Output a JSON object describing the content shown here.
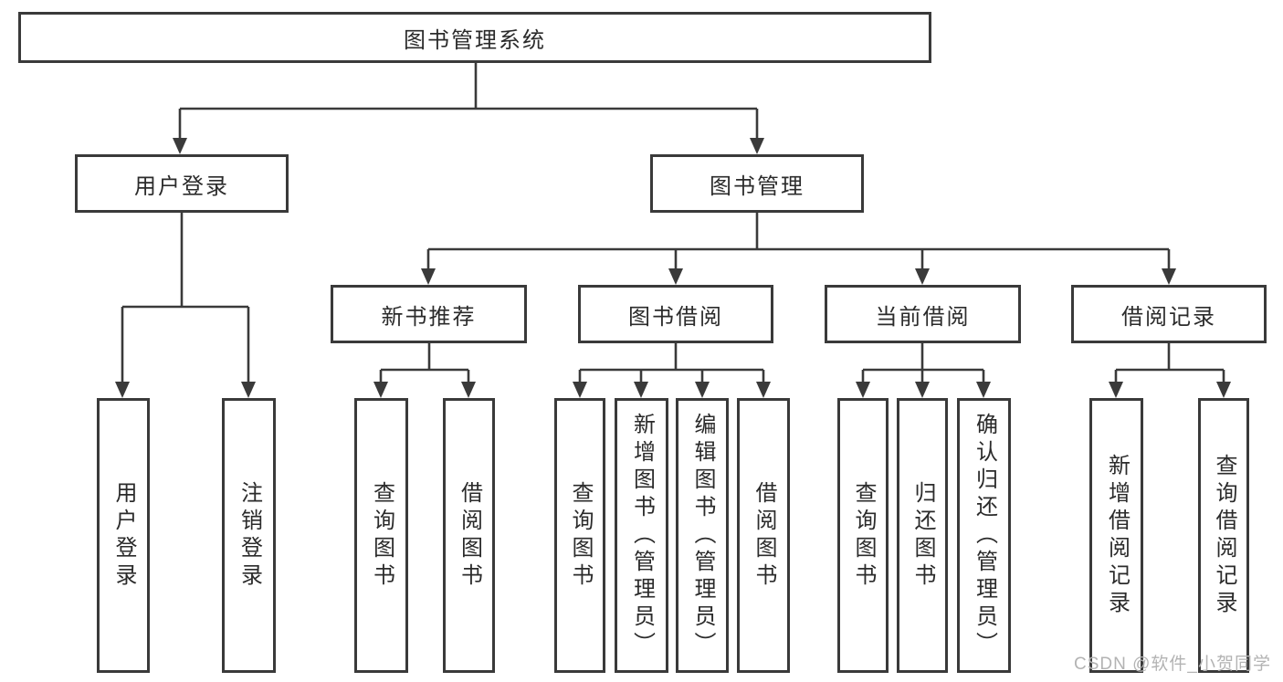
{
  "colors": {
    "line": "#3a3a3a",
    "text": "#2b2b2b",
    "watermark": "#b3b3b3",
    "background": "#ffffff"
  },
  "watermark": "CSDN @软件_小贺同学",
  "tree": {
    "label": "图书管理系统",
    "children": [
      {
        "label": "用户登录",
        "children": [
          {
            "label": "用户登录"
          },
          {
            "label": "注销登录"
          }
        ]
      },
      {
        "label": "图书管理",
        "children": [
          {
            "label": "新书推荐",
            "children": [
              {
                "label": "查询图书"
              },
              {
                "label": "借阅图书"
              }
            ]
          },
          {
            "label": "图书借阅",
            "children": [
              {
                "label": "查询图书"
              },
              {
                "label": "新增图书（管理员）"
              },
              {
                "label": "编辑图书（管理员）"
              },
              {
                "label": "借阅图书"
              }
            ]
          },
          {
            "label": "当前借阅",
            "children": [
              {
                "label": "查询图书"
              },
              {
                "label": "归还图书"
              },
              {
                "label": "确认归还（管理员）"
              }
            ]
          },
          {
            "label": "借阅记录",
            "children": [
              {
                "label": "新增借阅记录"
              },
              {
                "label": "查询借阅记录"
              }
            ]
          }
        ]
      }
    ]
  }
}
